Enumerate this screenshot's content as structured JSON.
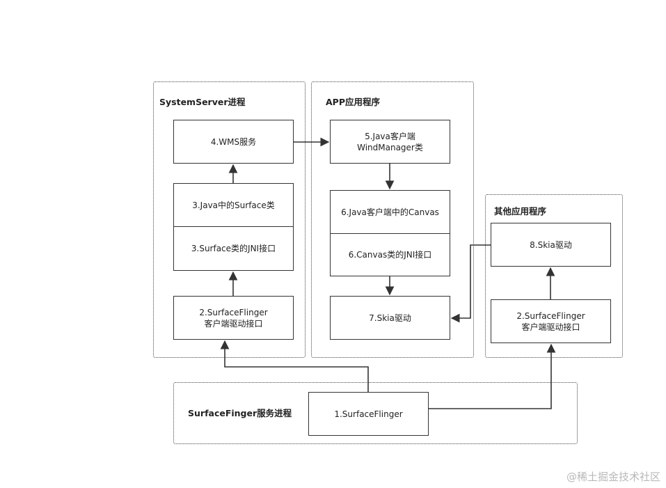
{
  "groups": {
    "systemserver": "SystemServer进程",
    "app": "APP应用程序",
    "other": "其他应用程序",
    "surfaceflinger": "SurfaceFinger服务进程"
  },
  "boxes": {
    "wms": "4.WMS服务",
    "java_surface": "3.Java中的Surface类",
    "surface_jni": "3.Surface类的JNI接口",
    "sf_client_left": [
      "2.SurfaceFlinger",
      "客户端驱动接口"
    ],
    "java_wm": [
      "5.Java客户端",
      "WindManager类"
    ],
    "java_canvas": "6.Java客户端中的Canvas",
    "canvas_jni": "6.Canvas类的JNI接口",
    "skia_app": "7.Skia驱动",
    "skia_other": "8.Skia驱动",
    "sf_client_right": [
      "2.SurfaceFlinger",
      "客户端驱动接口"
    ],
    "surfaceflinger": "1.SurfaceFlinger"
  },
  "watermark": "@稀土掘金技术社区"
}
